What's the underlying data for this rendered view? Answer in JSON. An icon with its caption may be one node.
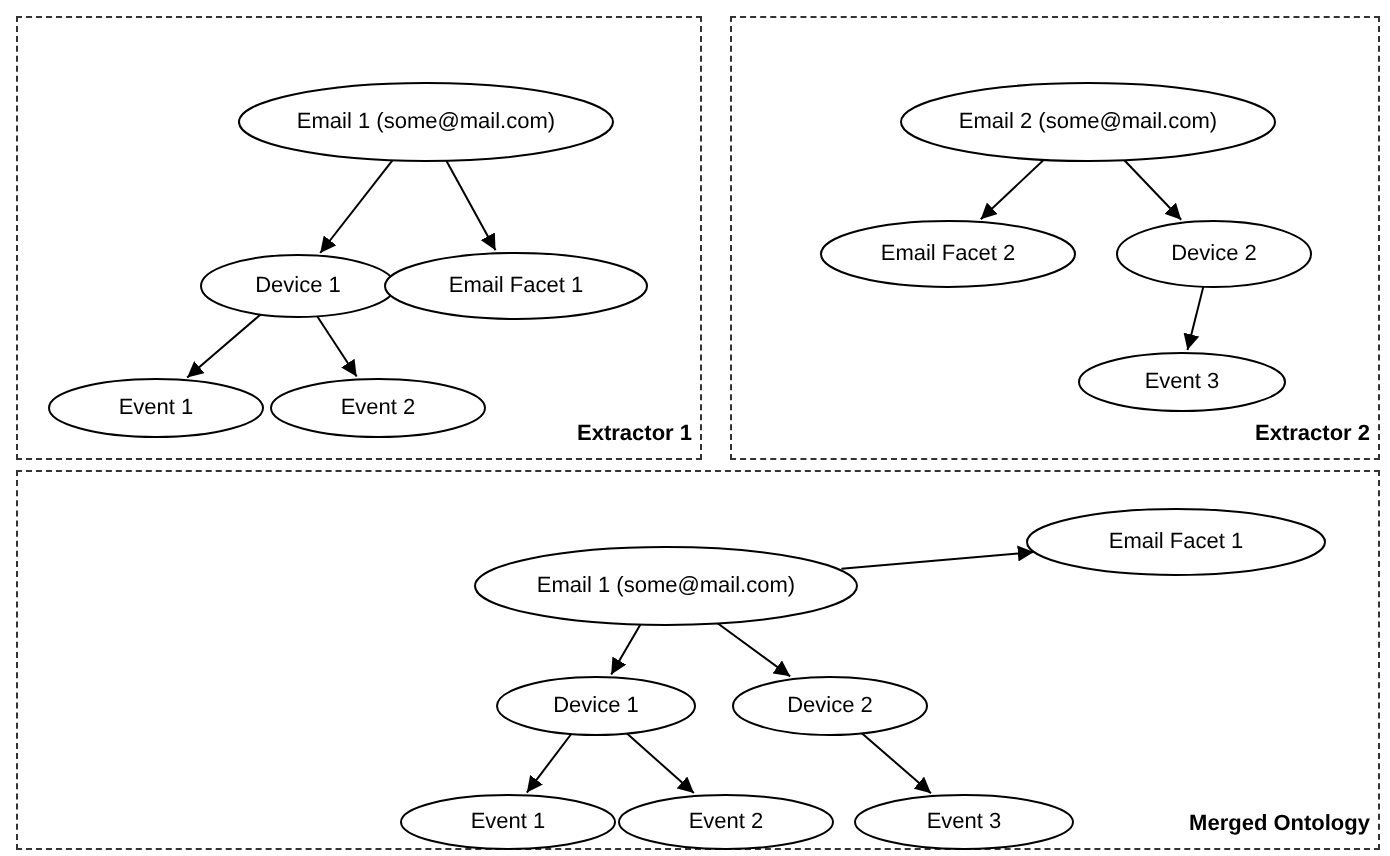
{
  "diagram": {
    "nodes": [
      {
        "text": [
          "Extractor 1"
        ]
      },
      {
        "text": [
          "Email 1 (some@mail.com)"
        ],
        "in": 0
      },
      {
        "text": [
          "Device 1"
        ],
        "in": 0
      },
      {
        "text": [
          "Email Facet 1"
        ],
        "in": 0
      },
      {
        "text": [
          "Event 1"
        ],
        "in": 0
      },
      {
        "text": [
          "Event 2"
        ],
        "in": 0
      },
      {
        "text": [
          "Extractor 2"
        ]
      },
      {
        "text": [
          "Email 2 (some@mail.com)"
        ],
        "in": 6
      },
      {
        "text": [
          "Email Facet 2"
        ],
        "in": 6
      },
      {
        "text": [
          "Device 2"
        ],
        "in": 6
      },
      {
        "text": [
          "Event 3"
        ],
        "in": 6
      },
      {
        "text": [
          "Merged Ontology"
        ]
      },
      {
        "text": [
          "Email 1 (some@mail.com)"
        ],
        "in": 11
      },
      {
        "text": [
          "Email Facet 1"
        ],
        "in": 11
      },
      {
        "text": [
          "Device 1"
        ],
        "in": 11
      },
      {
        "text": [
          "Device 2"
        ],
        "in": 11
      },
      {
        "text": [
          "Event 1"
        ],
        "in": 11
      },
      {
        "text": [
          "Event 2"
        ],
        "in": 11
      },
      {
        "text": [
          "Event 3"
        ],
        "in": 11
      }
    ],
    "edges": [
      {
        "from": 1,
        "to": 2,
        "arrow": "to"
      },
      {
        "from": 1,
        "to": 3,
        "arrow": "to"
      },
      {
        "from": 2,
        "to": 4,
        "arrow": "to"
      },
      {
        "from": 2,
        "to": 5,
        "arrow": "to"
      },
      {
        "from": 7,
        "to": 8,
        "arrow": "to"
      },
      {
        "from": 7,
        "to": 9,
        "arrow": "to"
      },
      {
        "from": 9,
        "to": 10,
        "arrow": "to"
      },
      {
        "from": 12,
        "to": 13,
        "arrow": "to"
      },
      {
        "from": 12,
        "to": 14,
        "arrow": "to"
      },
      {
        "from": 12,
        "to": 15,
        "arrow": "to"
      },
      {
        "from": 14,
        "to": 16,
        "arrow": "to"
      },
      {
        "from": 14,
        "to": 17,
        "arrow": "to"
      },
      {
        "from": 15,
        "to": 18,
        "arrow": "to"
      }
    ]
  }
}
